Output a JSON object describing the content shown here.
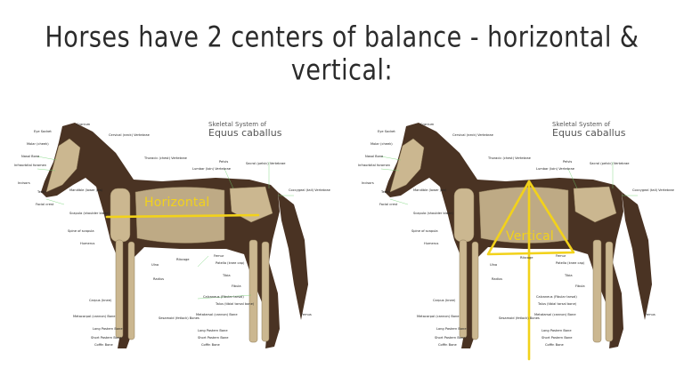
{
  "title": "Horses have 2 centers of balance - horizontal & vertical:",
  "sheet": {
    "line1": "Skeletal System of",
    "line2": "Equus caballus"
  },
  "labels": {
    "cranium": "Cranium",
    "eye_socket": "Eye Socket",
    "molar": "Molar (cheek)",
    "nasal": "Nasal Bone",
    "infraorbital": "Infraorbital foramen",
    "incisors": "Incisors",
    "teeth": "Teeth",
    "mandible": "Mandible (lower jaw)",
    "facial_crest": "Facial crest",
    "cervical": "Cervical (neck) Vertebrae",
    "thoracic": "Thoracic (chest) Vertebrae",
    "lumbar": "Lumbar (loin) Vertebrae",
    "sacral": "Sacral (pelvic) Vertebrae",
    "pelvis": "Pelvis",
    "coccygeal": "Coccygeal (tail) Vertebrae",
    "scapula": "Scapula (shoulder blade)",
    "spine_scapula": "Spine of scapula",
    "humerus": "Humerus",
    "ribcage": "Ribcage",
    "ulna": "Ulna",
    "radius": "Radius",
    "femur": "Femur",
    "patella": "Patella (knee cap)",
    "tibia": "Tibia",
    "fibula": "Fibula",
    "calcaneus": "Calcaneus (Fibular tarsal)",
    "talus": "Talus (tibial tarsal bone)",
    "metatarsal": "Metatarsal (cannon) Bone",
    "carpus": "Carpus (knee)",
    "metacarpal": "Metacarpal (cannon) Bone",
    "sesamoid": "Sesamoid (fetlock) Bones",
    "long_pastern": "Long Pastern Bone",
    "short_pastern": "Short Pastern Bone",
    "coffin": "Coffin Bone",
    "femus": "Femus"
  },
  "horizontal_label": "Horizontal",
  "vertical_label": "Vertical",
  "colors": {
    "accent": "#f2d21b",
    "leader": "#6fd06f",
    "coat": "#4a3323",
    "bone": "#cbb790"
  }
}
